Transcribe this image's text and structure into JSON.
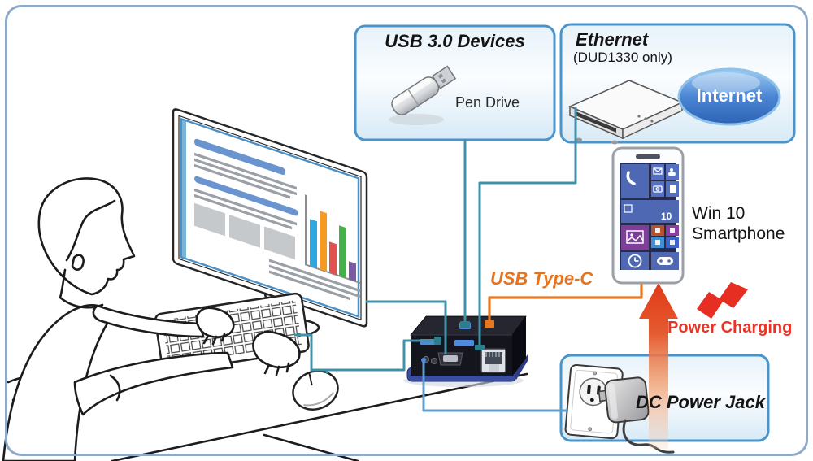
{
  "boxes": {
    "usb_devices": {
      "title": "USB 3.0 Devices",
      "item": "Pen Drive"
    },
    "ethernet": {
      "title": "Ethernet",
      "subtitle": "(DUD1330 only)",
      "bubble": "Internet"
    },
    "dc_power": {
      "title": "DC Power Jack"
    }
  },
  "labels": {
    "smartphone_line1": "Win 10",
    "smartphone_line2": "Smartphone",
    "usb_type_c": "USB Type-C",
    "power_charging": "Power Charging"
  },
  "phone": {
    "calendar_badge": "10"
  },
  "colors": {
    "cable_teal": "#3f93a8",
    "cable_orange": "#e8781e",
    "cable_dc": "#5b9fd0",
    "box_border": "#4a94cc",
    "arrow_red": "#e23f1c",
    "charging_text_red": "#e93425",
    "internet_blue": "#2e6cbe",
    "frame_border": "#8fa9c9"
  }
}
